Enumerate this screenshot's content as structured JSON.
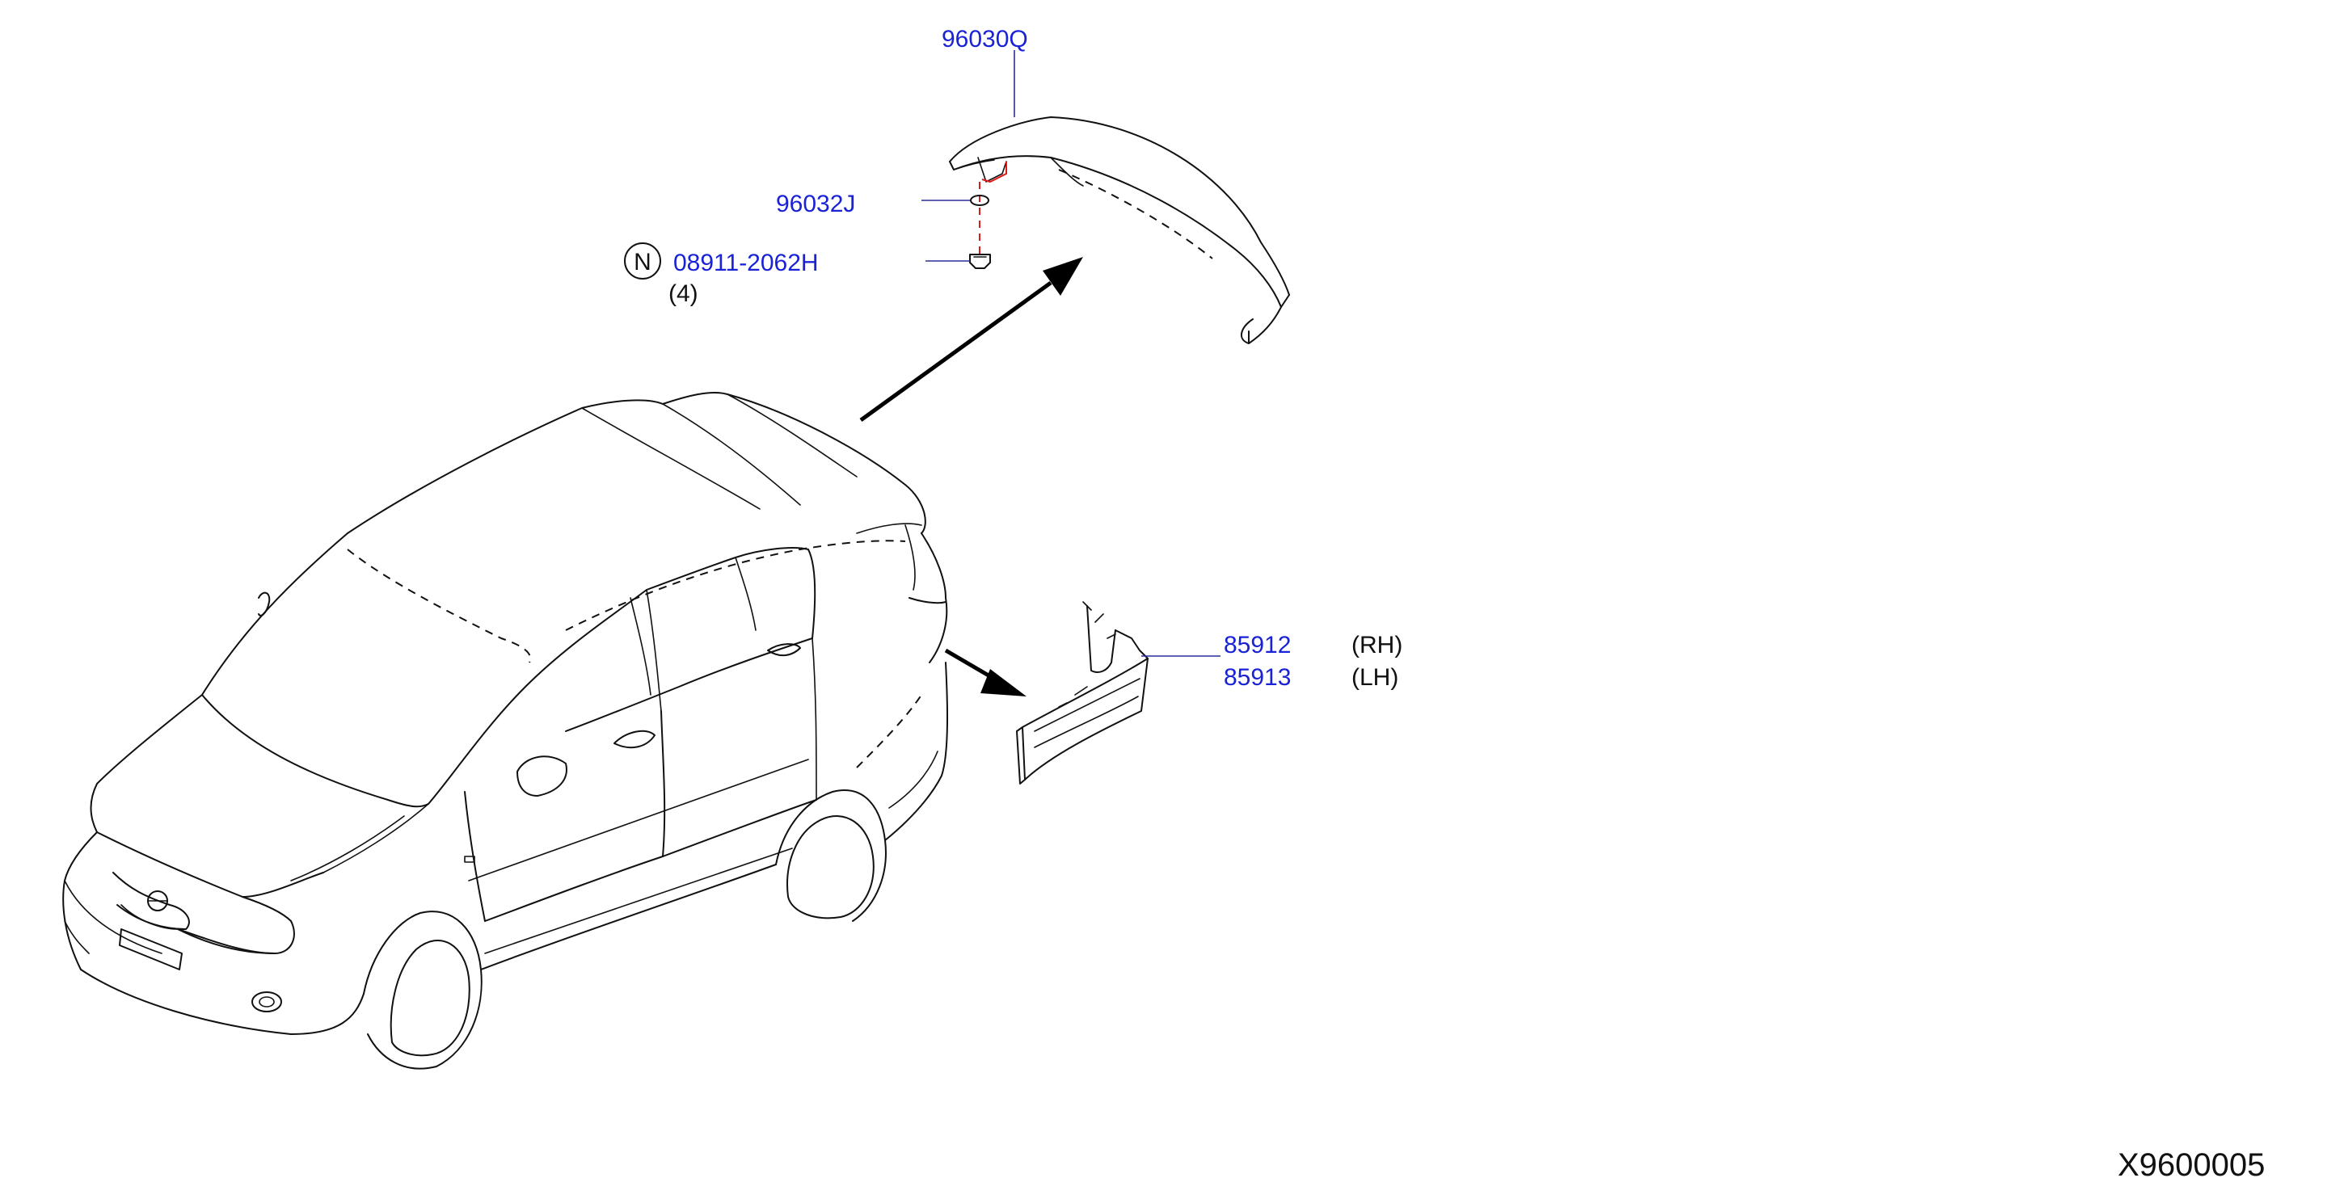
{
  "diagram": {
    "callouts": {
      "spoiler": {
        "part_number": "96030Q"
      },
      "washer": {
        "part_number": "96032J"
      },
      "nut": {
        "badge": "N",
        "part_number": "08911-2062H",
        "quantity": "(4)"
      },
      "finisher_rh": {
        "part_number": "85912",
        "side": "(RH)"
      },
      "finisher_lh": {
        "part_number": "85913",
        "side": "(LH)"
      }
    },
    "illustration_code": "X9600005"
  },
  "colors": {
    "part_number_text": "#1a22d6",
    "line_art": "#111111",
    "red_guide": "#e01818"
  }
}
